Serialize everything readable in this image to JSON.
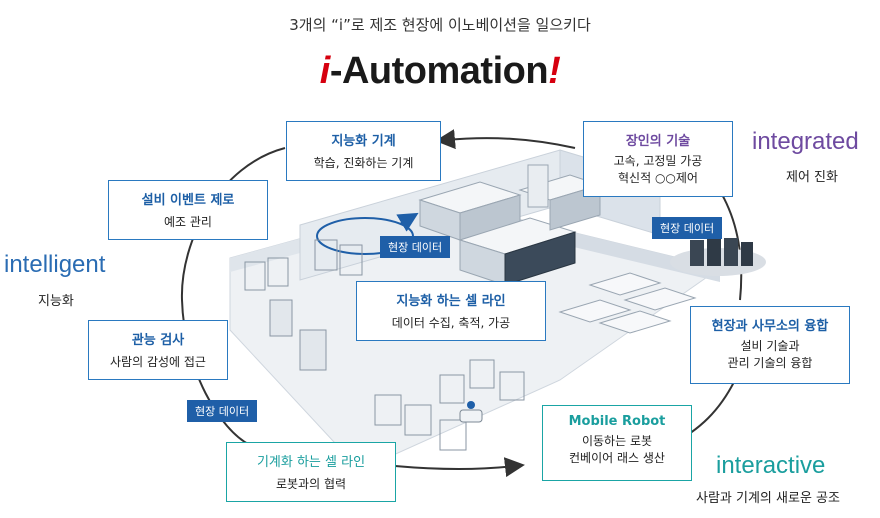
{
  "headline": "3개의 “i”로  제조 현장에 이노베이션을 일으키다",
  "logo": {
    "prefix": "i",
    "main": "-Automation",
    "suffix": "!"
  },
  "sides": {
    "intelligent": {
      "en": "intelligent",
      "ko": "지능화"
    },
    "integrated": {
      "en": "integrated",
      "ko": "제어 진화"
    },
    "interactive": {
      "en": "interactive",
      "ko": "사람과 기계의 새로운 공조"
    }
  },
  "boxes": {
    "smart_machine": {
      "title": "지능화 기계",
      "sub": "학습, 진화하는 기계"
    },
    "event_zero": {
      "title": "설비 이벤트 제로",
      "sub": "예조 관리"
    },
    "sensory": {
      "title": "관능 검사",
      "sub": "사람의 감성에 접근"
    },
    "craftsman": {
      "title": "장인의 기술",
      "sub1": "고속, 고정밀 가공",
      "sub2": "혁신적 ○○제어"
    },
    "smart_cell": {
      "title": "지능화 하는 셀 라인",
      "sub": "데이터 수집, 축적, 가공"
    },
    "office_fusion": {
      "title": "현장과 사무소의 융합",
      "sub1": "설비 기술과",
      "sub2": "관리 기술의 융합"
    },
    "mobile_robot": {
      "title": "Mobile Robot",
      "sub1": "이동하는 로봇",
      "sub2": "컨베이어 래스 생산"
    },
    "machine_cell": {
      "title": "기계화 하는 셀 라인",
      "sub": "로봇과의 협력"
    }
  },
  "tags": {
    "center": "현장 데이터",
    "right": "현장 데이터",
    "left": "현장 데이터"
  }
}
